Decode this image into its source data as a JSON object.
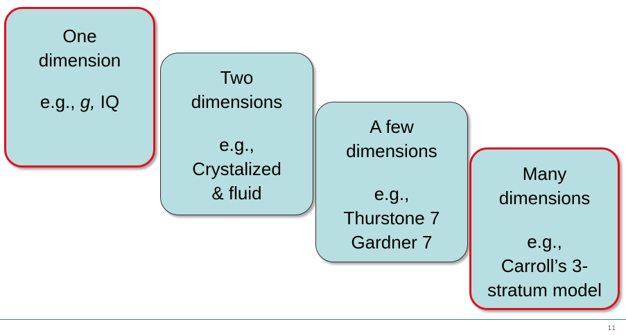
{
  "boxes": [
    {
      "title": "One\ndimension",
      "example_prefix": "e.g., ",
      "example_italic": "g,",
      "example_suffix": " IQ",
      "highlighted": true
    },
    {
      "title": "Two\ndimensions",
      "example": "e.g.,\nCrystalized\n& fluid",
      "highlighted": false
    },
    {
      "title": "A few\ndimensions",
      "example": "e.g.,\nThurstone 7\nGardner 7",
      "highlighted": false
    },
    {
      "title": "Many\ndimensions",
      "example": "e.g.,\nCarroll’s 3-\nstratum model",
      "highlighted": true
    }
  ],
  "colors": {
    "box_fill": "#b7dee0",
    "highlight_border": "#e0101e",
    "divider": "#3c7fa6"
  },
  "page_number": "11"
}
